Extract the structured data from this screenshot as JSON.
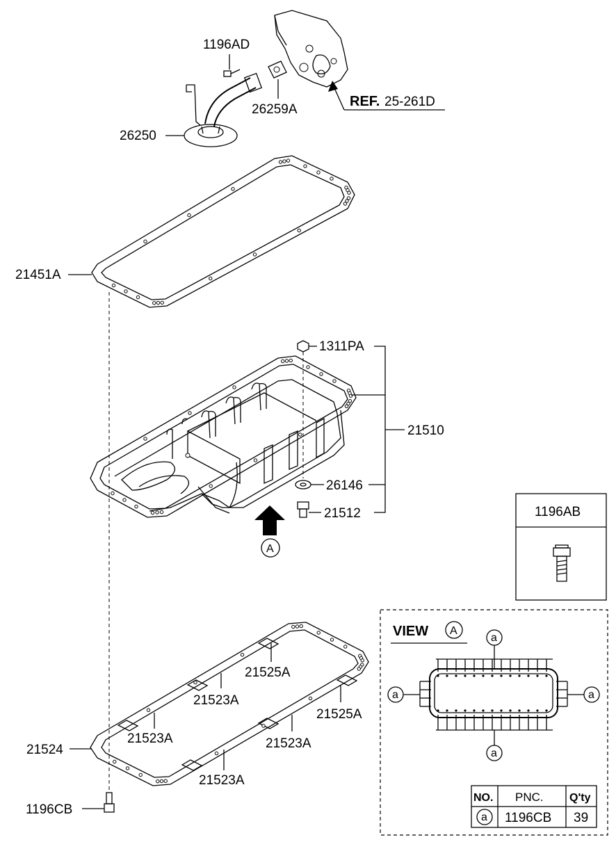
{
  "labels": {
    "p_1196AD": "1196AD",
    "p_26259A": "26259A",
    "p_26250": "26250",
    "ref_bold": "REF.",
    "ref_num": "25-261D",
    "p_21451A": "21451A",
    "p_1311PA": "1311PA",
    "p_21510": "21510",
    "p_26146": "26146",
    "p_21512": "21512",
    "circle_A": "A",
    "p_1196AB": "1196AB",
    "view_title": "VIEW",
    "view_circle": "A",
    "view_a": "a",
    "p_21525A_1": "21525A",
    "p_21523A_1": "21523A",
    "p_21525A_2": "21525A",
    "p_21523A_2": "21523A",
    "p_21523A_3": "21523A",
    "p_21523A_4": "21523A",
    "p_21524": "21524",
    "p_1196CB": "1196CB"
  },
  "table": {
    "headers": [
      "NO.",
      "PNC.",
      "Q'ty"
    ],
    "row": [
      "a",
      "1196CB",
      "39"
    ]
  }
}
